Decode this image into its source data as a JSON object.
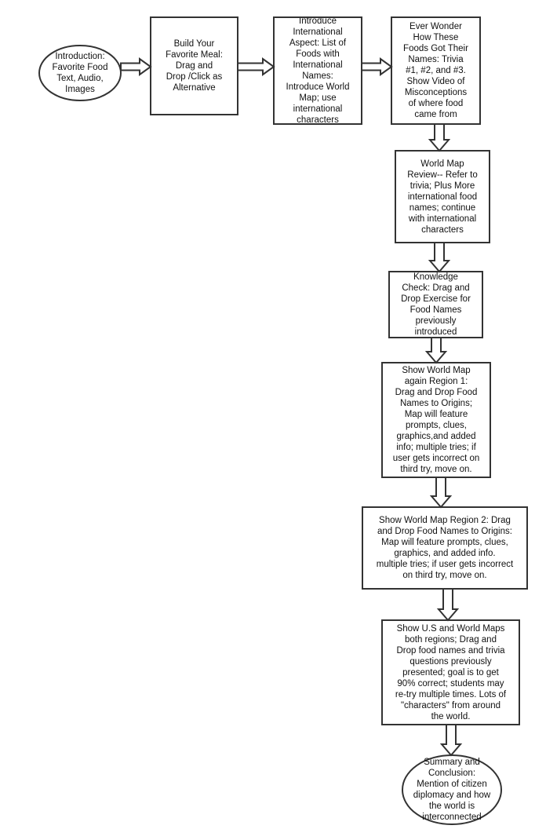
{
  "diagram": {
    "nodes": [
      {
        "id": "introduction",
        "shape": "oval",
        "text": "Introduction:\nFavorite Food\nText, Audio,\nImages"
      },
      {
        "id": "build-meal",
        "shape": "rect",
        "text": "Build Your\nFavorite Meal:\nDrag and\nDrop /Click as\nAlternative"
      },
      {
        "id": "international-aspect",
        "shape": "rect",
        "text": "Introduce\nInternational\nAspect: List of\nFoods with\nInternational\nNames:\nIntroduce World\nMap; use\ninternational\ncharacters"
      },
      {
        "id": "trivia",
        "shape": "rect",
        "text": "Ever Wonder\nHow These\nFoods Got Their\nNames: Trivia\n#1, #2, and #3.\nShow Video of\nMisconceptions\nof where food\ncame from"
      },
      {
        "id": "world-map-review",
        "shape": "rect",
        "text": "World Map\nReview-- Refer to\ntrivia; Plus More\ninternational food\nnames; continue\nwith international\ncharacters"
      },
      {
        "id": "knowledge-check",
        "shape": "rect",
        "text": "Knowledge\nCheck: Drag and\nDrop Exercise for\nFood Names\npreviously\nintroduced"
      },
      {
        "id": "region-1",
        "shape": "rect",
        "text": "Show World Map\nagain Region 1:\nDrag and Drop Food\nNames to Origins;\nMap will feature\nprompts, clues,\ngraphics,and added\ninfo; multiple tries; if\nuser gets incorrect on\nthird try, move on."
      },
      {
        "id": "region-2",
        "shape": "rect",
        "text": "Show World Map Region 2: Drag\nand Drop Food Names to Origins:\nMap will feature prompts, clues,\ngraphics, and added info.\nmultiple tries; if user gets incorrect\non third try, move on."
      },
      {
        "id": "us-world-maps",
        "shape": "rect",
        "text": "Show U.S and World Maps\nboth regions; Drag and\nDrop food names and trivia\nquestions previously\npresented; goal is to get\n90% correct; students may\nre-try multiple times. Lots of\n\"characters\" from around\nthe world."
      },
      {
        "id": "summary",
        "shape": "oval",
        "text": "Summary and\nConclusion:\nMention of citizen\ndiplomacy and how\nthe world is\ninterconnected"
      }
    ],
    "edges": [
      {
        "from": "introduction",
        "to": "build-meal"
      },
      {
        "from": "build-meal",
        "to": "international-aspect"
      },
      {
        "from": "international-aspect",
        "to": "trivia"
      },
      {
        "from": "trivia",
        "to": "world-map-review"
      },
      {
        "from": "world-map-review",
        "to": "knowledge-check"
      },
      {
        "from": "knowledge-check",
        "to": "region-1"
      },
      {
        "from": "region-1",
        "to": "region-2"
      },
      {
        "from": "region-2",
        "to": "us-world-maps"
      },
      {
        "from": "us-world-maps",
        "to": "summary"
      }
    ],
    "colors": {
      "stroke": "#333333",
      "fill": "#ffffff",
      "text": "#111111"
    }
  }
}
